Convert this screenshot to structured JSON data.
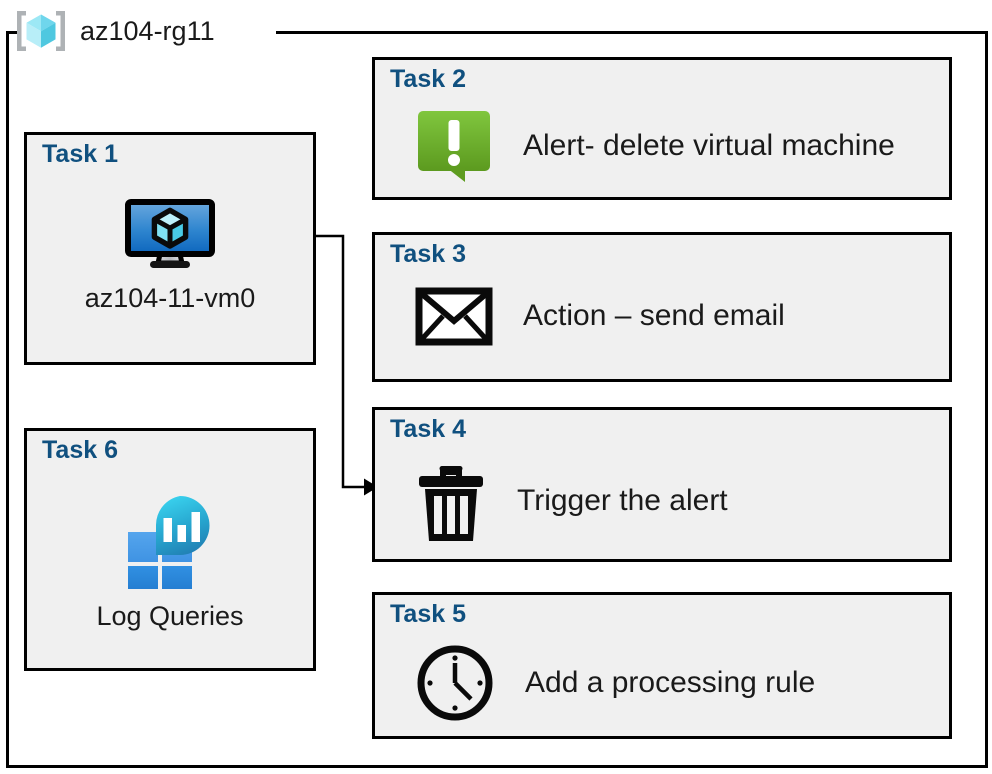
{
  "resource_group": {
    "name": "az104-rg11",
    "icon": "resource-group-cube-icon"
  },
  "colors": {
    "card_fill": "#f0f0f0",
    "card_border": "#000000",
    "task_label": "#10507f",
    "alert_green_light": "#7ac23a",
    "alert_green_dark": "#5f9e22",
    "vm_screen_light": "#5b9bd8",
    "vm_screen_dark": "#0d6cc2",
    "rg_cube_cyan": "#7fdcf0",
    "loganalytics_teal": "#32cde8",
    "loganalytics_blue": "#2688dd"
  },
  "tasks": [
    {
      "id": "task1",
      "label": "Task 1",
      "caption": "az104-11-vm0",
      "icon": "virtual-machine-icon",
      "layout": "vertical"
    },
    {
      "id": "task2",
      "label": "Task 2",
      "caption": "Alert- delete virtual machine",
      "icon": "alert-speech-bubble-icon",
      "layout": "horizontal"
    },
    {
      "id": "task3",
      "label": "Task 3",
      "caption": "Action – send email",
      "icon": "envelope-icon",
      "layout": "horizontal"
    },
    {
      "id": "task4",
      "label": "Task 4",
      "caption": "Trigger the alert",
      "icon": "trash-can-icon",
      "layout": "horizontal"
    },
    {
      "id": "task5",
      "label": "Task 5",
      "caption": "Add a processing rule",
      "icon": "clock-icon",
      "layout": "horizontal"
    },
    {
      "id": "task6",
      "label": "Task 6",
      "caption": "Log Queries",
      "icon": "log-analytics-icon",
      "layout": "vertical"
    }
  ],
  "connector": {
    "from": "task1-virtual-machine-icon",
    "to": "task4",
    "arrow": "right-arrowhead"
  }
}
